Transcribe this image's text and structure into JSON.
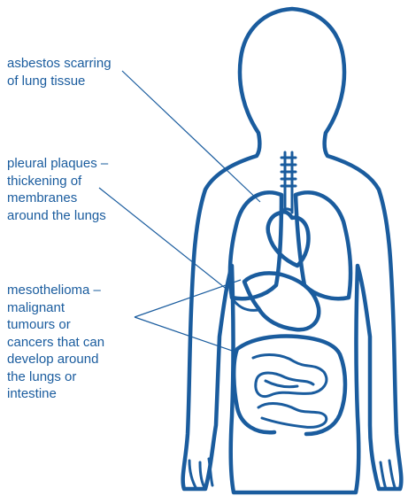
{
  "labels": {
    "asbestos": [
      "asbestos scarring",
      "of lung tissue"
    ],
    "plaques": [
      "pleural plaques –",
      "thickening of",
      "membranes",
      "around the lungs"
    ],
    "mesothelioma": [
      "mesothelioma –",
      "malignant",
      "tumours or",
      "cancers that can",
      "develop around",
      "the lungs or",
      "intestine"
    ]
  },
  "colors": {
    "ink": "#1a5c9e",
    "background": "#ffffff"
  },
  "icons": [
    "human-body-outline",
    "lungs",
    "heart",
    "stomach",
    "intestines",
    "trachea"
  ]
}
